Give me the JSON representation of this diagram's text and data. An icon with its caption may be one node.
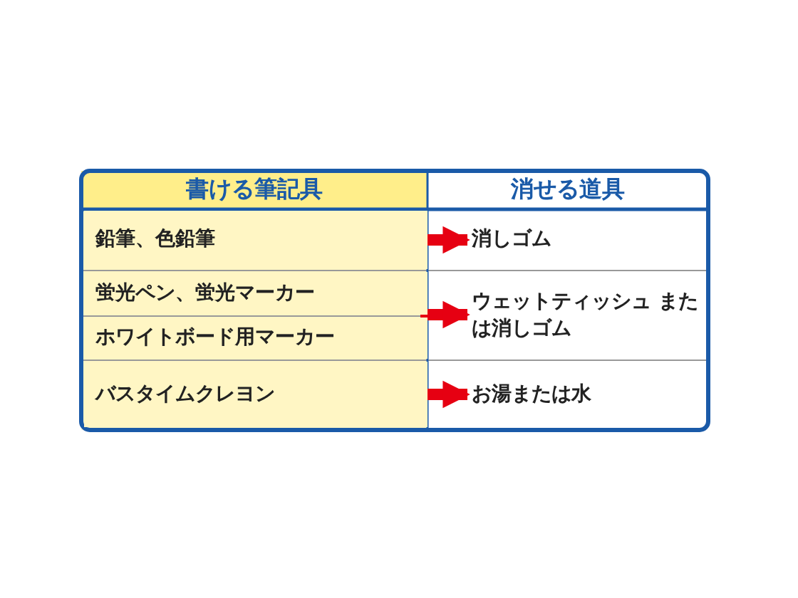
{
  "diagram": {
    "nodes": [
      {
        "text": [
          "書ける筆記具"
        ]
      },
      {
        "text": [
          "消せる道具"
        ]
      },
      {
        "text": [
          "鉛筆、色鉛筆"
        ]
      },
      {
        "text": [
          "蛍光ペン、蛍光マーカー"
        ]
      },
      {
        "text": [
          "ホワイトボード用マーカー"
        ]
      },
      {
        "text": [
          "バスタイムクレヨン"
        ]
      },
      {
        "text": [
          "消しゴム"
        ]
      },
      {
        "text": [
          "ウェットティッシュ または消しゴム"
        ]
      },
      {
        "text": [
          "お湯または水"
        ]
      }
    ],
    "edges": [
      {
        "from": 2,
        "to": 6,
        "arrow": "to"
      },
      {
        "from": 3,
        "to": 7,
        "arrow": "to"
      },
      {
        "from": 4,
        "to": 7,
        "arrow": "to"
      },
      {
        "from": 5,
        "to": 8,
        "arrow": "to"
      }
    ]
  }
}
